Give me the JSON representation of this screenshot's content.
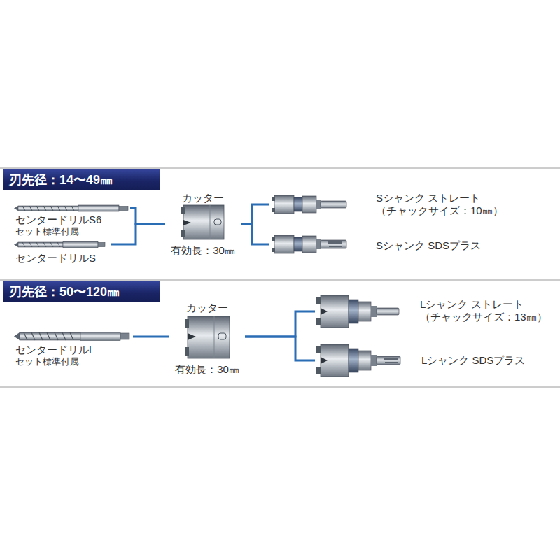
{
  "diagram": {
    "nodes": [
      {
        "text": [
          "刃先径：14〜49㎜"
        ]
      },
      {
        "text": [
          "センタードリルS6",
          "セット標準付属"
        ]
      },
      {
        "text": [
          "センタードリルS"
        ]
      },
      {
        "text": [
          "カッター",
          "有効長：30㎜"
        ]
      },
      {
        "text": [
          "Sシャンク ストレート",
          "（チャックサイズ：10㎜）"
        ]
      },
      {
        "text": [
          "Sシャンク SDSプラス"
        ]
      },
      {
        "text": [
          "刃先径：50〜120㎜"
        ]
      },
      {
        "text": [
          "センタードリルL",
          "セット標準付属"
        ]
      },
      {
        "text": [
          "カッター",
          "有効長：30㎜"
        ]
      },
      {
        "text": [
          "Lシャンク ストレート",
          "（チャックサイズ：13㎜）"
        ]
      },
      {
        "text": [
          "Lシャンク SDSプラス"
        ]
      }
    ],
    "edges": [
      {
        "from": 1,
        "to": 3,
        "arrow": "none"
      },
      {
        "from": 2,
        "to": 3,
        "arrow": "none"
      },
      {
        "from": 3,
        "to": 4,
        "arrow": "none"
      },
      {
        "from": 3,
        "to": 5,
        "arrow": "none"
      },
      {
        "from": 7,
        "to": 8,
        "arrow": "none"
      },
      {
        "from": 8,
        "to": 9,
        "arrow": "none"
      },
      {
        "from": 8,
        "to": 10,
        "arrow": "none"
      }
    ]
  }
}
